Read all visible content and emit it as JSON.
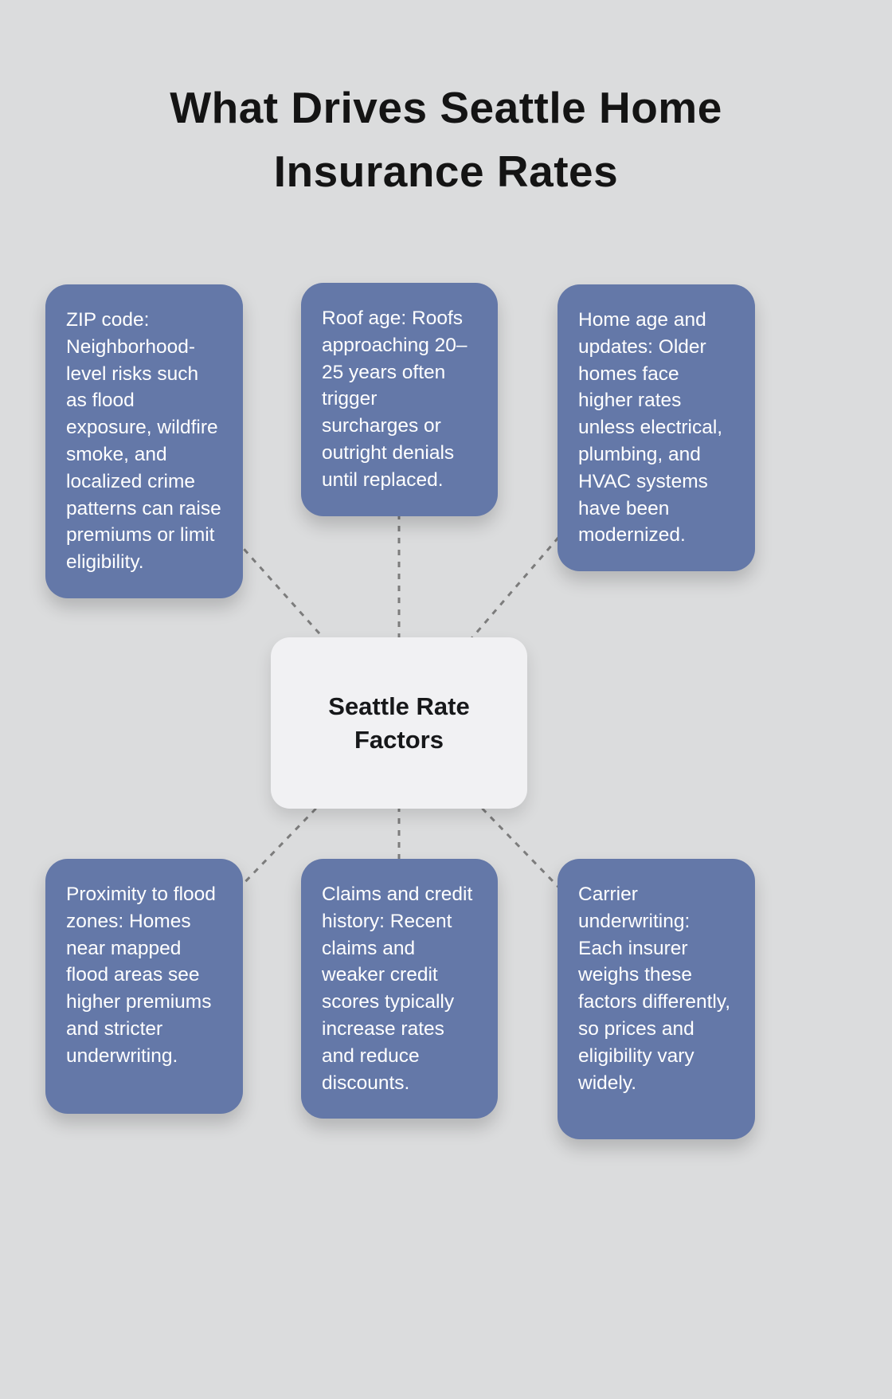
{
  "title": "What Drives Seattle Home Insurance Rates",
  "center": {
    "label": "Seattle Rate Factors"
  },
  "nodes": [
    {
      "id": "zip-code",
      "text": "ZIP code: Neighborhood-level risks such as flood exposure, wildfire smoke, and localized crime patterns can raise premiums or limit eligibility."
    },
    {
      "id": "roof-age",
      "text": "Roof age: Roofs approaching 20–25 years often trigger surcharges or outright denials until replaced."
    },
    {
      "id": "home-age-updates",
      "text": "Home age and updates: Older homes face higher rates unless electrical, plumbing, and HVAC systems have been modernized."
    },
    {
      "id": "flood-zones",
      "text": "Proximity to flood zones: Homes near mapped flood areas see higher premiums and stricter underwriting."
    },
    {
      "id": "claims-credit",
      "text": "Claims and credit history: Recent claims and weaker credit scores typically increase rates and reduce discounts."
    },
    {
      "id": "carrier-underwriting",
      "text": "Carrier underwriting: Each insurer weighs these factors differently, so prices and eligibility vary widely."
    }
  ],
  "colors": {
    "background": "#dbdcdd",
    "node_fill": "#6478a8",
    "node_text": "#ffffff",
    "center_fill": "#f1f1f3",
    "center_text": "#17181a",
    "connector": "#7c7c7c",
    "title_text": "#141414"
  }
}
